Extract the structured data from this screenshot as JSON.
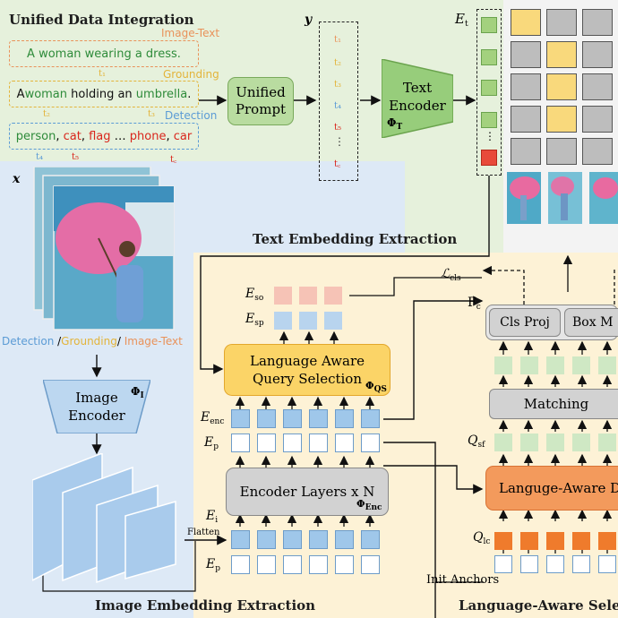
{
  "sections": {
    "unified_data": "Unified Data Integration",
    "text_embedding": "Text Embedding Extraction",
    "image_embedding": "Image Embedding Extraction",
    "language_aware": "Language-Aware Selecti"
  },
  "data_kinds": {
    "image_text": "Image-Text",
    "grounding": "Grounding",
    "detection": "Detection"
  },
  "captions": {
    "image_text_pre": "A woman wearing a dress.",
    "grounding_pre": "A ",
    "grounding_word1": "woman",
    "grounding_mid": " holding an ",
    "grounding_word2": "umbrella",
    "grounding_post": ".",
    "det_person": "person",
    "det_sep1": ", ",
    "det_cat": "cat",
    "det_sep2": ", ",
    "det_flag": "flag",
    "det_ellipsis": " … ",
    "det_phone": "phone",
    "det_sep3": ", ",
    "det_car": "car"
  },
  "token_labels": {
    "t1": "t₁",
    "t2": "t₂",
    "t3": "t₃",
    "t4": "t₄",
    "t5": "t₅",
    "tc": "t꜀"
  },
  "symbols": {
    "y": "y",
    "x": "x",
    "Et": "E",
    "Et_sub": "t",
    "Eso": "E",
    "Eso_sub": "so",
    "Esp": "E",
    "Esp_sub": "sp",
    "Eenc": "E",
    "Eenc_sub": "enc",
    "Ep": "E",
    "Ep_sub": "p",
    "Ei": "E",
    "Ei_sub": "i",
    "Ep2": "E",
    "Ep2_sub": "p",
    "Fc": "F",
    "Fc_sub": "c",
    "Qsf": "Q",
    "Qsf_sub": "sf",
    "Qlc": "Q",
    "Qlc_sub": "lc",
    "Lcls": "ℒ",
    "Lcls_sub": "cls"
  },
  "modules": {
    "unified_prompt_1": "Unified",
    "unified_prompt_2": "Prompt",
    "text_encoder_1": "Text",
    "text_encoder_2": "Encoder",
    "text_encoder_phi": "Φ",
    "text_encoder_phi_sub": "T",
    "image_encoder_1": "Image",
    "image_encoder_2": "Encoder",
    "image_encoder_phi": "Φ",
    "image_encoder_phi_sub": "I",
    "query_sel_1": "Language Aware",
    "query_sel_2": "Query Selection",
    "query_sel_phi": "Φ",
    "query_sel_phi_sub": "QS",
    "encoder_layers": "Encoder Layers x N",
    "encoder_phi": "Φ",
    "encoder_phi_sub": "Enc",
    "cls_proj": "Cls Proj",
    "box_m": "Box M",
    "matching": "Matching",
    "lang_decoder": "Languge-Aware D",
    "flatten": "Flatten",
    "init_anchors": "Init Anchors",
    "vert_dots": "⋮"
  },
  "image_labels": {
    "detection": "Detection",
    "sep1": " /",
    "grounding": "Grounding",
    "sep2": "/ ",
    "image_text": "Image-Text"
  },
  "colors": {
    "image_text": "#e9925a",
    "grounding": "#e3b43a",
    "detection": "#5b9bd5",
    "green_word": "#2e8b3a",
    "red_word": "#d9261c",
    "token_red": "#d9261c"
  },
  "grid_pattern": [
    [
      "yellow",
      "gray",
      "gray"
    ],
    [
      "gray",
      "yellow",
      "gray"
    ],
    [
      "gray",
      "yellow",
      "gray"
    ],
    [
      "gray",
      "yellow",
      "gray"
    ],
    [
      "gray",
      "gray",
      "gray"
    ]
  ]
}
